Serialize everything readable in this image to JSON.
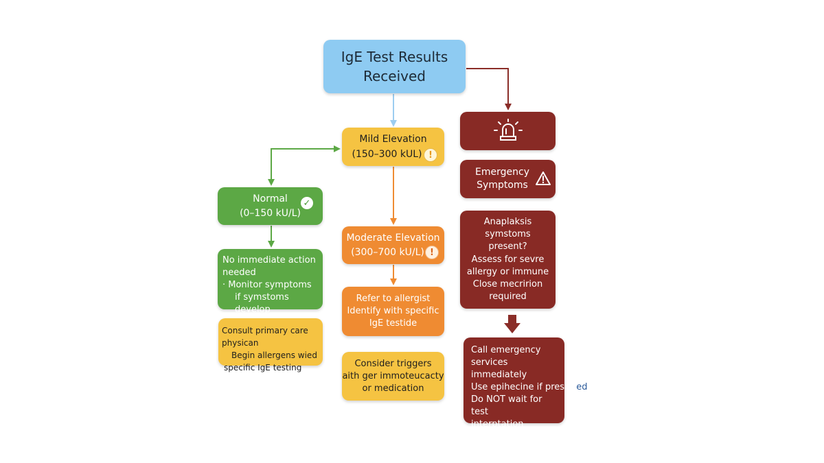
{
  "root": {
    "line1": "IgE Test Results",
    "line2": "Received"
  },
  "mild": {
    "line1": "Mild Elevation",
    "line2": "(150–300 kUL)",
    "badge": "!"
  },
  "normal": {
    "line1": "Normal",
    "line2": "(0–150 kU/L)",
    "badge": "✓"
  },
  "normal_action": {
    "line1": "No immediate action",
    "line2": "needed",
    "line3": "· Monitor symptoms",
    "line4": "if symstoms develop"
  },
  "consult": {
    "line1": "Consult primary care physican",
    "line2": "Begin allergens wied",
    "line3": "specific IgE testing"
  },
  "moderate": {
    "line1": "Moderate Elevation",
    "line2": "(300–700 kU/L)",
    "badge": "!"
  },
  "refer": {
    "line1": "Refer to allergist",
    "line2": "Identify with specific",
    "line3": "IgE testide"
  },
  "consider": {
    "line1": "Consider triggers",
    "line2": "aith ger immoteucacty",
    "line3": "or medication"
  },
  "emergency": {
    "line1": "Emergency",
    "line2": "Symptoms"
  },
  "anaphylaxis": {
    "line1": "Anaplaksis symstoms",
    "line2": "present?",
    "line3": "Assess for sevre",
    "line4": "allergy or immune",
    "line5": "Close mecririon",
    "line6": "required"
  },
  "call": {
    "line1": "Call emergency",
    "line2": "services immediately",
    "line3a": "Use epihecine if presrin",
    "line3b": "ed",
    "line4": "Do NOT wait for test",
    "line5": "interptation"
  },
  "colors": {
    "blue": "#8ecbf2",
    "yellow": "#f5c342",
    "green": "#5ca845",
    "orange": "#ef8b32",
    "darkred": "#882a25",
    "arrow_blue": "#9ccdf0",
    "arrow_green": "#5ca845",
    "arrow_orange": "#ef8b32",
    "arrow_red": "#8a2d28"
  },
  "icons": {
    "alarm": "alarm-siren-icon",
    "warning": "warning-triangle-icon",
    "check": "check-circle-icon",
    "alert": "exclamation-circle-icon"
  }
}
